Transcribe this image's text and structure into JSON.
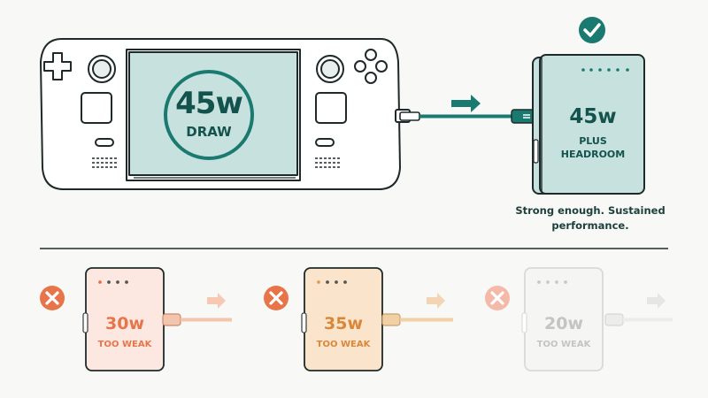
{
  "device": {
    "draw_value": "45w",
    "draw_label": "DRAW"
  },
  "good_charger": {
    "value": "45w",
    "label": "PLUS HEADROOM",
    "verdict": "Strong enough. Sustained performance.",
    "status": "check-icon",
    "color": "#1a7a70"
  },
  "weak_chargers": [
    {
      "value": "30w",
      "label": "TOO WEAK",
      "status": "x-icon",
      "color": "#e8754a"
    },
    {
      "value": "35w",
      "label": "TOO WEAK",
      "status": "x-icon",
      "color": "#e39b4f"
    },
    {
      "value": "20w",
      "label": "TOO WEAK",
      "status": "x-icon",
      "color": "#f0a590"
    }
  ],
  "colors": {
    "teal": "#1a7a70",
    "screen": "#c7e1df",
    "bank_fill": "#c7e1df",
    "outline": "#1e2a2a"
  }
}
